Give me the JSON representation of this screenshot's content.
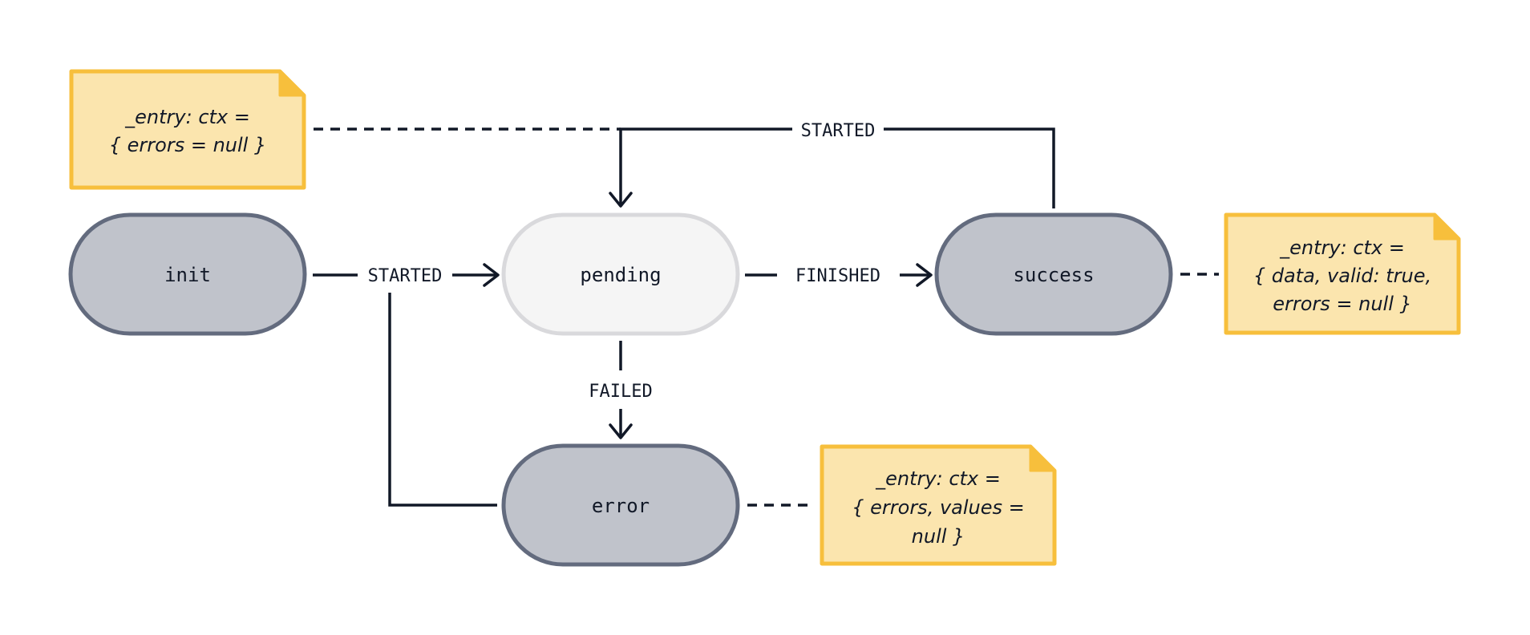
{
  "colors": {
    "state_fill": "#c0c3cb",
    "state_stroke": "#636b7e",
    "active_fill": "#f5f5f5",
    "active_stroke": "#d9d9dc",
    "note_fill": "#fbe5ae",
    "note_stroke": "#f7bf3c",
    "line": "#111827"
  },
  "states": {
    "init": "init",
    "pending": "pending",
    "success": "success",
    "error": "error"
  },
  "transitions": {
    "init_to_pending": "STARTED",
    "pending_to_success": "FINISHED",
    "pending_to_error": "FAILED",
    "success_to_pending": "STARTED"
  },
  "notes": {
    "pending_entry": [
      "_entry: ctx =",
      "{ errors = null }"
    ],
    "success_entry": [
      "_entry: ctx =",
      "{ data, valid: true,",
      "errors = null }"
    ],
    "error_entry": [
      "_entry: ctx =",
      "{ errors, values =",
      "null }"
    ]
  }
}
